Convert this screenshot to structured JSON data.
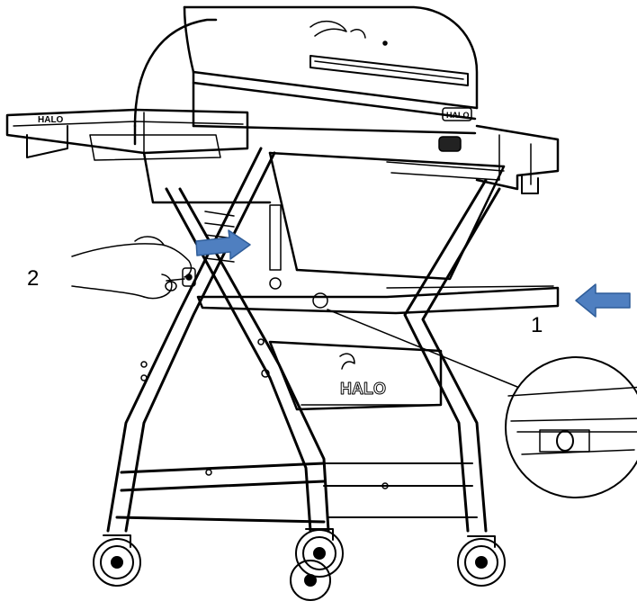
{
  "brand": {
    "logo_text": "HALO"
  },
  "steps": {
    "step_1": "1",
    "step_2": "2"
  },
  "colors": {
    "line": "#000000",
    "arrow_fill": "#4f7fc0",
    "arrow_stroke": "#2f5d99",
    "background": "#ffffff"
  },
  "icons": {
    "arrow_1": "arrow-left-icon",
    "arrow_2": "arrow-right-icon",
    "hand": "hand-icon",
    "knob": "knob-icon"
  }
}
